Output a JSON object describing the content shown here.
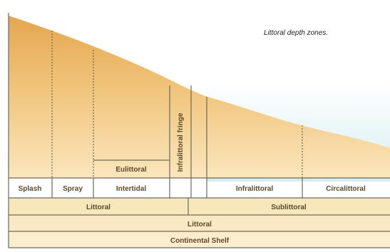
{
  "caption": "Littoral depth zones.",
  "row1": {
    "eulittoral": "Eulittoral",
    "infralittoral_fringe": "Infralittoral fringe"
  },
  "row2": {
    "splash": "Splash",
    "spray": "Spray",
    "intertidal": "Intertidal",
    "infralittoral": "Infralittoral",
    "circalittoral": "Circalittoral"
  },
  "row3": {
    "littoral": "Littoral",
    "sublittoral": "Sublittoral"
  },
  "row4": {
    "littoral": "Littoral"
  },
  "row5": {
    "continental_shelf": "Continental Shelf"
  },
  "colors": {
    "land_top": "#e7b061",
    "land_bottom": "#fbe7bd",
    "sea": "#e4f2f4",
    "band": "#f8e7bb",
    "line": "#6b6b5a"
  }
}
